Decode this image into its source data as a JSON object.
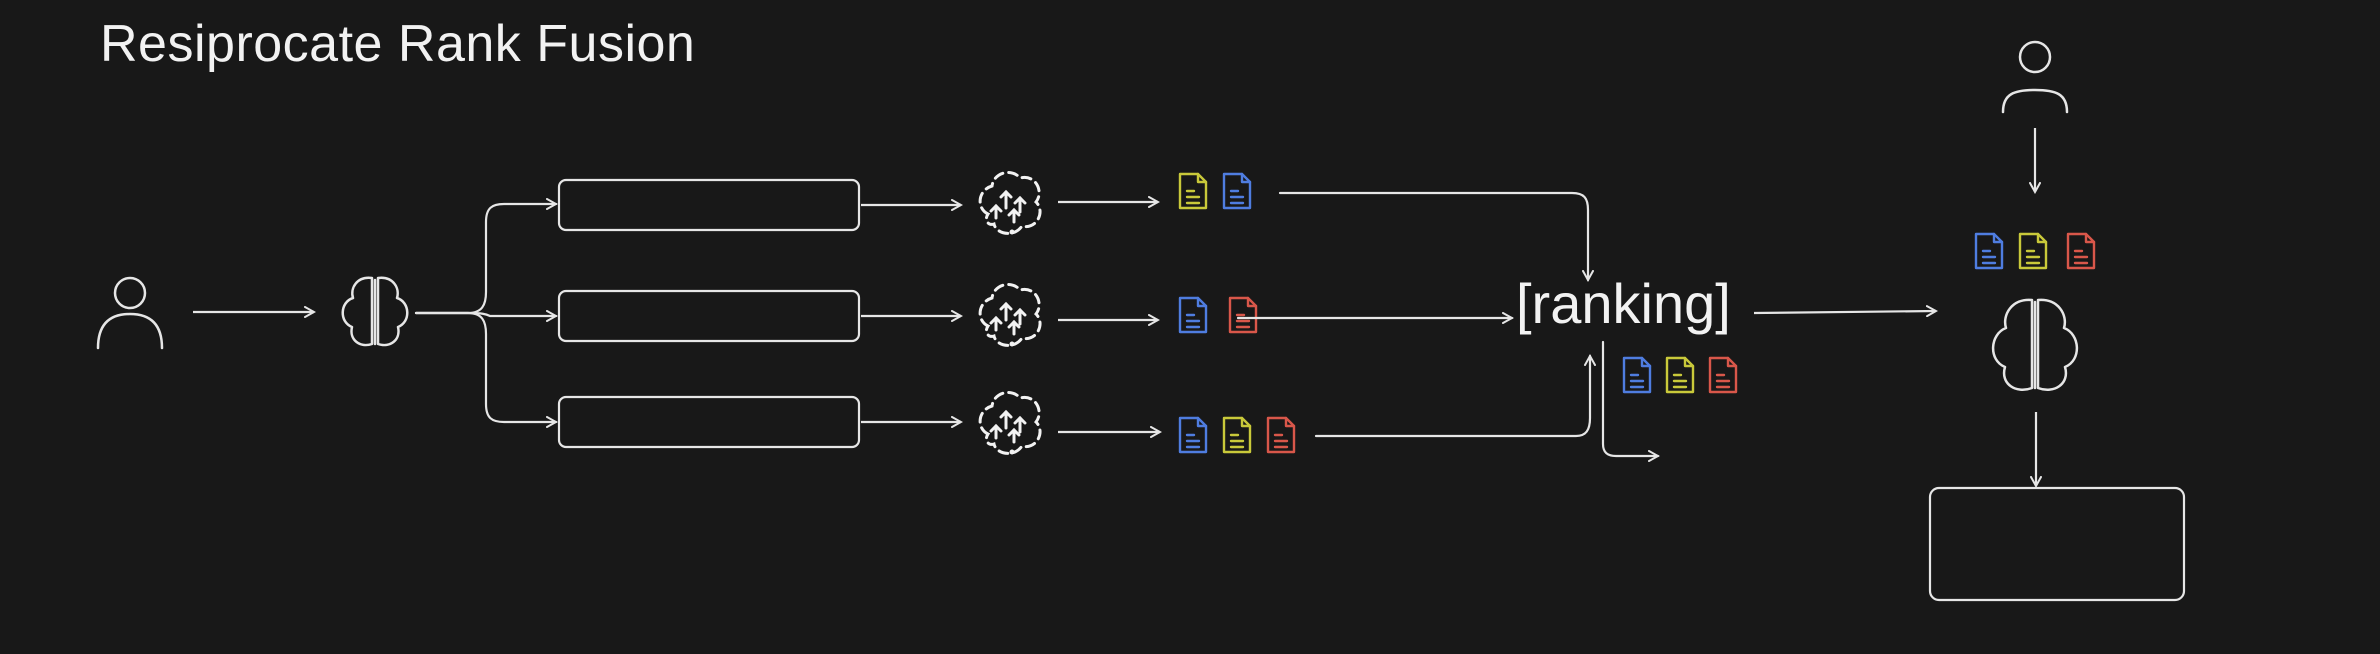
{
  "diagram": {
    "title": "Resiprocate Rank Fusion",
    "ranking_label": "[ranking]",
    "colors": {
      "background": "#181818",
      "stroke": "#e6e6e6",
      "doc_blue": "#4f7de0",
      "doc_yellow": "#c9c93a",
      "doc_red": "#d9574a"
    },
    "icons": [
      "user-icon",
      "brain-icon",
      "search-engine-icon",
      "document-icon",
      "user-icon",
      "brain-icon"
    ],
    "rows": [
      {
        "docs": [
          "doc_yellow",
          "doc_blue"
        ]
      },
      {
        "docs": [
          "doc_blue",
          "doc_red"
        ]
      },
      {
        "docs": [
          "doc_blue",
          "doc_yellow",
          "doc_red"
        ]
      }
    ],
    "fused_docs": [
      "doc_blue",
      "doc_yellow",
      "doc_red"
    ],
    "final_docs": [
      "doc_blue",
      "doc_yellow",
      "doc_red"
    ]
  }
}
